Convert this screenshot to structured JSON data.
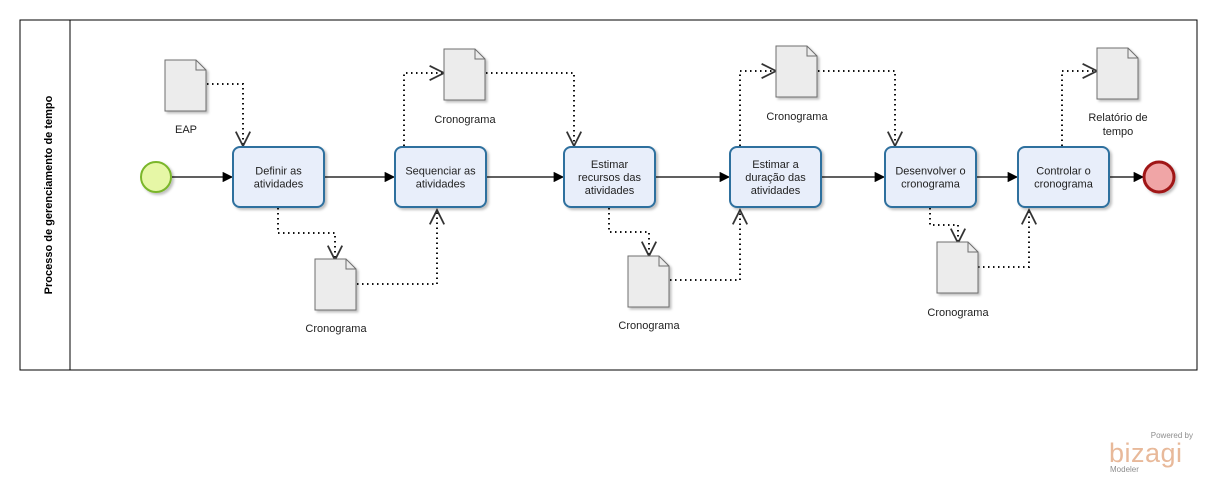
{
  "pool": {
    "label": "Processo de gerenciamento de tempo"
  },
  "tasks": [
    {
      "id": "t1",
      "lines": [
        "Definir as",
        "atividades"
      ]
    },
    {
      "id": "t2",
      "lines": [
        "Sequenciar as",
        "atividades"
      ]
    },
    {
      "id": "t3",
      "lines": [
        "Estimar",
        "recursos das",
        "atividades"
      ]
    },
    {
      "id": "t4",
      "lines": [
        "Estimar a",
        "duração das",
        "atividades"
      ]
    },
    {
      "id": "t5",
      "lines": [
        "Desenvolver o",
        "cronograma"
      ]
    },
    {
      "id": "t6",
      "lines": [
        "Controlar o",
        "cronograma"
      ]
    }
  ],
  "documents": [
    {
      "id": "d1",
      "lines": [
        "EAP"
      ]
    },
    {
      "id": "d2",
      "lines": [
        "Cronograma"
      ]
    },
    {
      "id": "d3",
      "lines": [
        "Cronograma"
      ]
    },
    {
      "id": "d4",
      "lines": [
        "Cronograma"
      ]
    },
    {
      "id": "d5",
      "lines": [
        "Cronograma"
      ]
    },
    {
      "id": "d6",
      "lines": [
        "Cronograma"
      ]
    },
    {
      "id": "d7",
      "lines": [
        "Relatório de",
        "tempo"
      ]
    }
  ],
  "events": {
    "start": "start-event",
    "end": "end-event"
  },
  "colors": {
    "task_fill": "#e8eefa",
    "task_stroke": "#2e6f9e",
    "start_fill": "#e6f7a6",
    "start_stroke": "#7ab62c",
    "end_fill": "#f0a5a6",
    "end_stroke": "#a01419",
    "doc_fill": "#ececec",
    "doc_stroke": "#6e6e6e"
  },
  "watermark": {
    "powered": "Powered by",
    "brand": "bizagi",
    "product": "Modeler"
  }
}
